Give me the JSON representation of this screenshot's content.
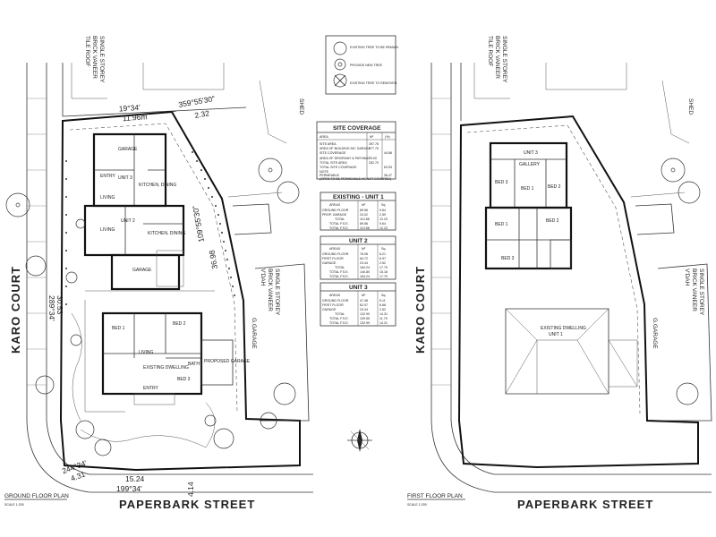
{
  "labels": {
    "karo_left": "KARO COURT",
    "karo_right": "KARO COURT",
    "paperbark_left": "PAPERBARK STREET",
    "paperbark_right": "PAPERBARK STREET",
    "neighbor_top_left": [
      "SINGLE STOREY",
      "BRICK VANEER",
      "TILE ROOF"
    ],
    "neighbor_top_right": [
      "SINGLE STOREY",
      "BRICK VANEER",
      "TILE ROOF"
    ],
    "neighbor_side_left": [
      "SINGLE STOREY",
      "BRICK VANEER",
      "V'DAH",
      "G.GARAGE"
    ],
    "neighbor_side_right": [
      "SINGLE STOREY",
      "BRICK VANEER",
      "V'DAH",
      "G.GARAGE"
    ],
    "shed_left": "SHED",
    "shed_right": "SHED",
    "ground_floor_plan": "GROUND FLOOR PLAN",
    "first_floor_plan": "FIRST FLOOR PLAN",
    "scale_left": "SCALE 1:200",
    "scale_right": "SCALE 1:200"
  },
  "dimensions": {
    "top_bearing": "19°34'",
    "top_length": "11.96m",
    "top_bearing2": "359°55'30\"",
    "top_small": "2.32",
    "left_length": "30.53",
    "left_bearing": "289°34'",
    "bottom_length": "15.24",
    "bottom_bearing": "199°34'",
    "corner_bearing": "244°34'",
    "corner_len": "4.31",
    "right_bearing": "109°55'30\"",
    "right_len": "36.98",
    "right_small": "4.14"
  },
  "rooms": {
    "ground": {
      "garage": "GARAGE",
      "unit3": "UNIT 3",
      "entry": "ENTRY",
      "kitchen_dining": "KITCHEN, DINING",
      "living": "LIVING",
      "unit2": "UNIT 2",
      "living2": "LIVING",
      "kitchen_dining2": "KITCHEN, DINING",
      "garage2": "GARAGE",
      "bed1": "BED 1",
      "bed2": "BED 2",
      "living3": "LIVING",
      "existing_dwelling": "EXISTING DWELLING",
      "bed3": "BED 3",
      "bath": "BATH",
      "proposed_garage": "PROPOSED GARAGE",
      "entry3": "ENTRY"
    },
    "first": {
      "unit3": "UNIT 3",
      "gallery": "GALLERY",
      "bed3": "BED 3",
      "bed1": "BED 1",
      "bed2": "BED 2",
      "bed1b": "BED 1",
      "bed2b": "BED 2",
      "bed3b": "BED 3",
      "existing_dwelling": "EXISTING DWELLING",
      "unit1": "UNIT 1"
    }
  },
  "legend": {
    "items": [
      "EXISTING TREE TO BE REMAIN",
      "PROVIDE NEW TREE",
      "EXISTING TREE TO REMOVED"
    ]
  },
  "site_coverage": {
    "title": "SITE COVERAGE",
    "headers": [
      "AREA",
      "M²",
      "(%)"
    ],
    "rows": [
      [
        "SITE AREA",
        "397.76",
        ""
      ],
      [
        "AREA OF BUILDING INC GARAGE",
        "177.70",
        ""
      ],
      [
        "SITE COVERAGE",
        "",
        "44.68"
      ],
      [
        "AREA OF DRIVEWAY & PATHWAY",
        "75.00",
        ""
      ],
      [
        "TOTAL SITE AREA",
        "252.70",
        ""
      ],
      [
        "TOTAL SITE COVERAGE",
        "",
        "63.53"
      ]
    ],
    "note": "NOTE",
    "note_rows": [
      [
        "PERMEABLE",
        "",
        "36.47"
      ],
      [
        "(OPEN TO BE PERMEABLE AS NOT COVERED)",
        "",
        ""
      ]
    ]
  },
  "tables": [
    {
      "title": "EXISTING - UNIT 1",
      "headers": [
        "AREAS",
        "M²",
        "Sq."
      ],
      "rows": [
        [
          "GROUND FLOOR",
          "89.56",
          "9.64"
        ],
        [
          "PROP. GARAGE",
          "24.02",
          "2.59"
        ],
        [
          "TOTAL",
          "113.58",
          "12.23"
        ],
        [
          "TOTAL F.S.E.",
          "89.56",
          "9.64"
        ],
        [
          "TOTAL F.S.E.",
          "113.58",
          "12.23"
        ]
      ]
    },
    {
      "title": "UNIT 2",
      "headers": [
        "AREAS",
        "M²",
        "Sq."
      ],
      "rows": [
        [
          "GROUND FLOOR",
          "76.08",
          "8.21"
        ],
        [
          "FIRST FLOOR",
          "64.72",
          "6.97"
        ],
        [
          "GARAGE",
          "23.44",
          "2.52"
        ],
        [
          "TOTAL",
          "164.24",
          "17.70"
        ],
        [
          "TOTAL F.S.E.",
          "140.80",
          "15.18"
        ],
        [
          "TOTAL F.S.E.",
          "164.24",
          "17.70"
        ]
      ]
    },
    {
      "title": "UNIT 3",
      "headers": [
        "AREAS",
        "M²",
        "Sq."
      ],
      "rows": [
        [
          "GROUND FLOOR",
          "47.48",
          "5.11"
        ],
        [
          "FIRST FLOOR",
          "62.07",
          "6.68"
        ],
        [
          "GARAGE",
          "23.44",
          "2.52"
        ],
        [
          "TOTAL",
          "132.99",
          "14.31"
        ],
        [
          "TOTAL F.S.E.",
          "109.55",
          "11.79"
        ],
        [
          "TOTAL F.S.E.",
          "132.99",
          "14.31"
        ]
      ]
    }
  ]
}
